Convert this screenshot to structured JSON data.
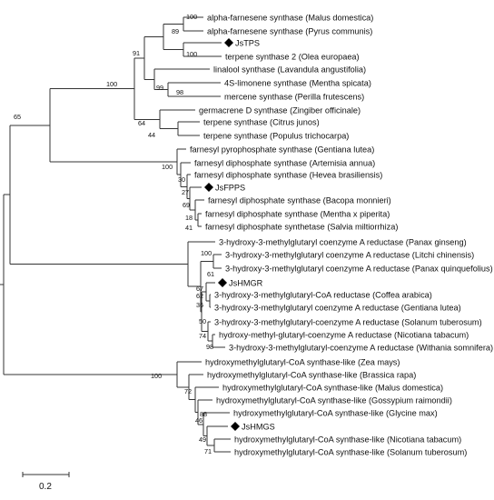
{
  "tree": {
    "leaves": [
      {
        "label": "alpha-farnesene synthase (Malus domestica)",
        "marked": false
      },
      {
        "label": "alpha-farnesene synthase (Pyrus communis)",
        "marked": false
      },
      {
        "label": "JsTPS",
        "marked": true
      },
      {
        "label": "terpene synthase 2 (Olea europaea)",
        "marked": false
      },
      {
        "label": "linalool synthase (Lavandula angustifolia)",
        "marked": false
      },
      {
        "label": "4S-limonene synthase (Mentha spicata)",
        "marked": false
      },
      {
        "label": "mercene synthase (Perilla frutescens)",
        "marked": false
      },
      {
        "label": "germacrene D synthase (Zingiber officinale)",
        "marked": false
      },
      {
        "label": "terpene synthase (Citrus junos)",
        "marked": false
      },
      {
        "label": "terpene synthase (Populus trichocarpa)",
        "marked": false
      },
      {
        "label": "farnesyl pyrophosphate synthase (Gentiana lutea)",
        "marked": false
      },
      {
        "label": "farnesyl diphosphate synthase (Artemisia annua)",
        "marked": false
      },
      {
        "label": "farnesyl diphosphate synthase (Hevea brasiliensis)",
        "marked": false
      },
      {
        "label": "JsFPPS",
        "marked": true
      },
      {
        "label": "farnesyl diphosphate synthase (Bacopa monnieri)",
        "marked": false
      },
      {
        "label": "farnesyl diphosphate synthase (Mentha x piperita)",
        "marked": false
      },
      {
        "label": "farnesyl diphosphate synthetase (Salvia miltiorrhiza)",
        "marked": false
      },
      {
        "label": "3-hydroxy-3-methylglutaryl coenzyme A reductase (Panax ginseng)",
        "marked": false
      },
      {
        "label": "3-hydroxy-3-methylglutaryl coenzyme A reductase (Litchi chinensis)",
        "marked": false
      },
      {
        "label": "3-hydroxy-3-methylglutaryl coenzyme A reductase (Panax quinquefolius)",
        "marked": false
      },
      {
        "label": "JsHMGR",
        "marked": true
      },
      {
        "label": "3-hydroxy-3-methylglutaryl-CoA reductase (Coffea arabica)",
        "marked": false
      },
      {
        "label": "3-hydroxy-3-methylglutaryl coenzyme A reductase (Gentiana lutea)",
        "marked": false
      },
      {
        "label": "3-hydroxy-3-methylglutaryl-coenzyme A reductase (Solanum tuberosum)",
        "marked": false
      },
      {
        "label": "hydroxy-methyl-glutaryl-coenzyme A reductase (Nicotiana tabacum)",
        "marked": false
      },
      {
        "label": "3-hydroxy-3-methylglutaryl-coenzyme A reductase (Withania somnifera)",
        "marked": false
      },
      {
        "label": "hydroxymethylglutaryl-CoA synthase-like (Zea mays)",
        "marked": false
      },
      {
        "label": "hydroxymethylglutaryl-CoA synthase-like (Brassica rapa)",
        "marked": false
      },
      {
        "label": "hydroxymethylglutaryl-CoA synthase-like (Malus domestica)",
        "marked": false
      },
      {
        "label": "hydroxymethylglutaryl-CoA synthase-like (Gossypium raimondii)",
        "marked": false
      },
      {
        "label": "hydroxymethylglutaryl-CoA synthase-like (Glycine max)",
        "marked": false
      },
      {
        "label": "JsHMGS",
        "marked": true
      },
      {
        "label": "hydroxymethylglutaryl-CoA synthase-like (Nicotiana tabacum)",
        "marked": false
      },
      {
        "label": "hydroxymethylglutaryl-CoA synthase-like (Solanum tuberosum)",
        "marked": false
      }
    ],
    "bootstrap_values": [
      "100",
      "89",
      "100",
      "91",
      "99",
      "98",
      "100",
      "64",
      "44",
      "65",
      "100",
      "30",
      "27",
      "69",
      "18",
      "41",
      "100",
      "61",
      "67",
      "62",
      "36",
      "50",
      "74",
      "98",
      "100",
      "72",
      "88",
      "46",
      "49",
      "71"
    ],
    "scale_label": "0.2"
  }
}
